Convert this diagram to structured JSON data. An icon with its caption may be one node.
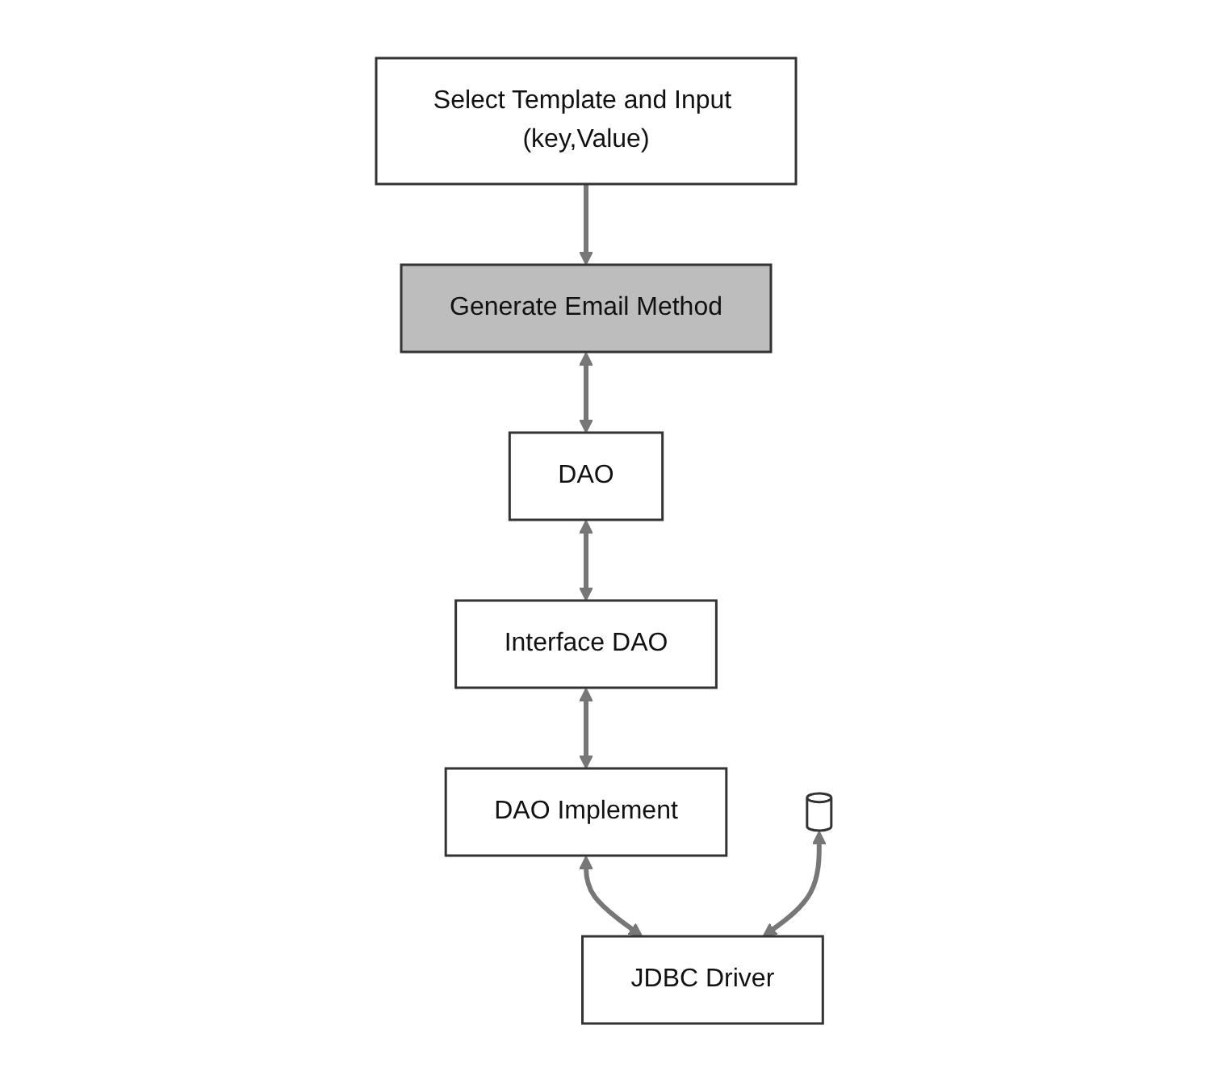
{
  "diagram": {
    "nodes": [
      {
        "text": [
          "Generate Email Method"
        ]
      },
      {
        "text": [
          "Select Template and Input (key,Value)"
        ]
      },
      {
        "text": [
          "DAO"
        ]
      },
      {
        "text": [
          "Interface DAO"
        ]
      },
      {
        "text": [
          "DAO Implement"
        ]
      },
      {
        "text": [],
        "shape": "cylinder"
      },
      {
        "text": [
          "JDBC Driver"
        ]
      }
    ],
    "edges": [
      {
        "from": 1,
        "to": 0,
        "arrow": "to"
      },
      {
        "from": 0,
        "to": 2,
        "arrow": "both"
      },
      {
        "from": 2,
        "to": 3,
        "arrow": "both"
      },
      {
        "from": 3,
        "to": 4,
        "arrow": "both"
      },
      {
        "from": 4,
        "to": 6,
        "arrow": "both"
      },
      {
        "from": 5,
        "to": 6,
        "arrow": "both"
      }
    ]
  }
}
